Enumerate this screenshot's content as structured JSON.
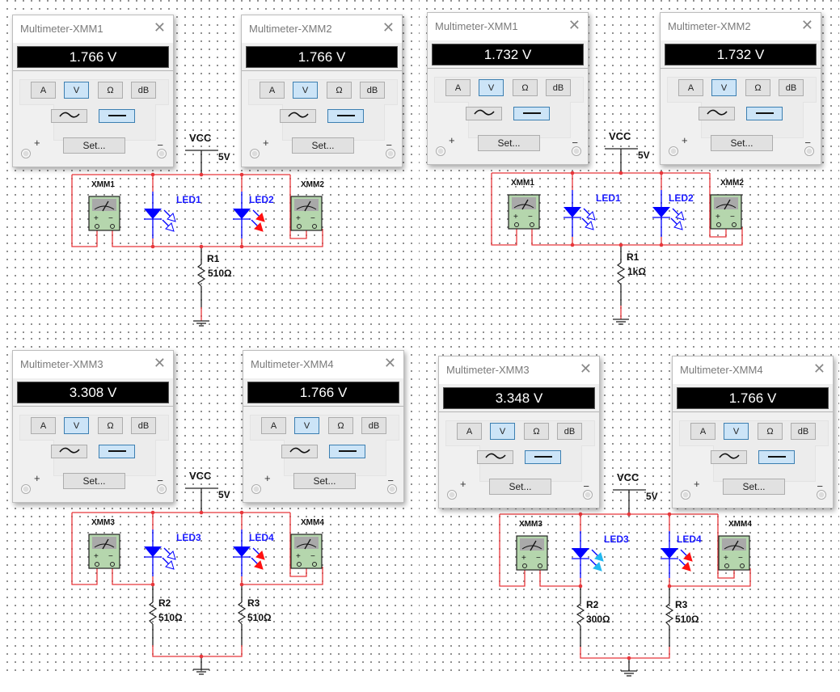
{
  "common": {
    "btn_a": "A",
    "btn_v": "V",
    "btn_ohm": "Ω",
    "btn_db": "dB",
    "set_label": "Set...",
    "plus": "+",
    "minus": "−",
    "close": "✕"
  },
  "colors": {
    "wire": "#e8363a",
    "led_body": "#0000ff",
    "label_blue": "#1a1aff",
    "led_red": "#ff1010",
    "led_cyan": "#22b8f0",
    "meter_green": "#b5d6ad"
  },
  "panels": [
    {
      "meters": [
        {
          "title": "Multimeter-XMM1",
          "reading": "1.766 V"
        },
        {
          "title": "Multimeter-XMM2",
          "reading": "1.766 V"
        }
      ],
      "vcc": "VCC",
      "vcc_value": "5V",
      "instruments": [
        "XMM1",
        "XMM2"
      ],
      "leds": [
        {
          "label": "LED1",
          "state": "off"
        },
        {
          "label": "LED2",
          "state": "red"
        }
      ],
      "resistors": [
        {
          "label": "R1",
          "value": "510Ω"
        }
      ]
    },
    {
      "meters": [
        {
          "title": "Multimeter-XMM1",
          "reading": "1.732 V"
        },
        {
          "title": "Multimeter-XMM2",
          "reading": "1.732 V"
        }
      ],
      "vcc": "VCC",
      "vcc_value": "5V",
      "instruments": [
        "XMM1",
        "XMM2"
      ],
      "leds": [
        {
          "label": "LED1",
          "state": "off"
        },
        {
          "label": "LED2",
          "state": "off"
        }
      ],
      "resistors": [
        {
          "label": "R1",
          "value": "1kΩ"
        }
      ]
    },
    {
      "meters": [
        {
          "title": "Multimeter-XMM3",
          "reading": "3.308 V"
        },
        {
          "title": "Multimeter-XMM4",
          "reading": "1.766 V"
        }
      ],
      "vcc": "VCC",
      "vcc_value": "5V",
      "instruments": [
        "XMM3",
        "XMM4"
      ],
      "leds": [
        {
          "label": "LED3",
          "state": "off"
        },
        {
          "label": "LED4",
          "state": "red"
        }
      ],
      "resistors": [
        {
          "label": "R2",
          "value": "510Ω"
        },
        {
          "label": "R3",
          "value": "510Ω"
        }
      ]
    },
    {
      "meters": [
        {
          "title": "Multimeter-XMM3",
          "reading": "3.348 V"
        },
        {
          "title": "Multimeter-XMM4",
          "reading": "1.766 V"
        }
      ],
      "vcc": "VCC",
      "vcc_value": "5V",
      "instruments": [
        "XMM3",
        "XMM4"
      ],
      "leds": [
        {
          "label": "LED3",
          "state": "cyan"
        },
        {
          "label": "LED4",
          "state": "red"
        }
      ],
      "resistors": [
        {
          "label": "R2",
          "value": "300Ω"
        },
        {
          "label": "R3",
          "value": "510Ω"
        }
      ]
    }
  ]
}
